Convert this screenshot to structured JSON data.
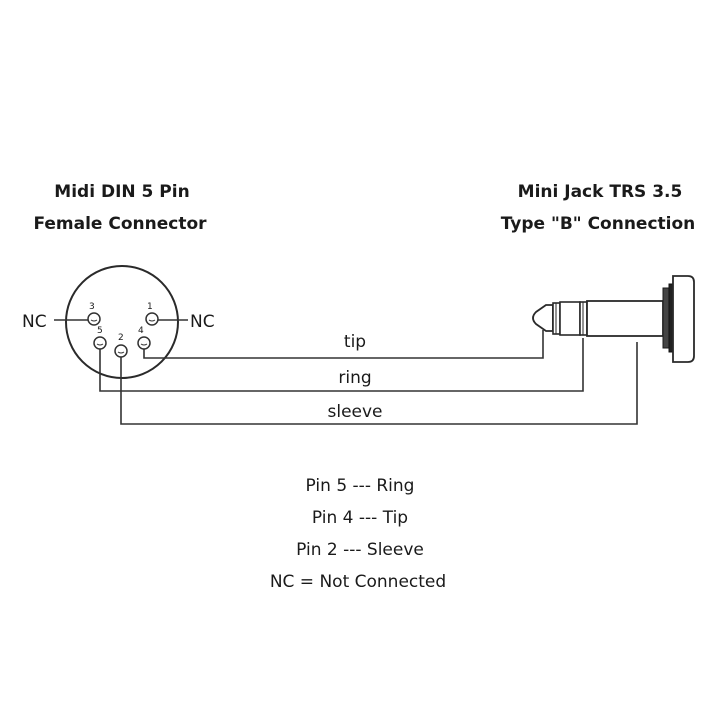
{
  "din": {
    "title_line1": "Midi DIN 5 Pin",
    "title_line2": "Female Connector",
    "nc_left": "NC",
    "nc_right": "NC",
    "pins": [
      "1",
      "2",
      "3",
      "4",
      "5"
    ]
  },
  "jack": {
    "title_line1": "Mini Jack TRS 3.5",
    "title_line2": "Type \"B\" Connection"
  },
  "wires": {
    "tip": "tip",
    "ring": "ring",
    "sleeve": "sleeve"
  },
  "legend": [
    "Pin 5 --- Ring",
    "Pin 4 --- Tip",
    "Pin 2 --- Sleeve",
    "NC = Not Connected"
  ],
  "colors": {
    "line": "#333333",
    "text": "#1a1a1a"
  }
}
